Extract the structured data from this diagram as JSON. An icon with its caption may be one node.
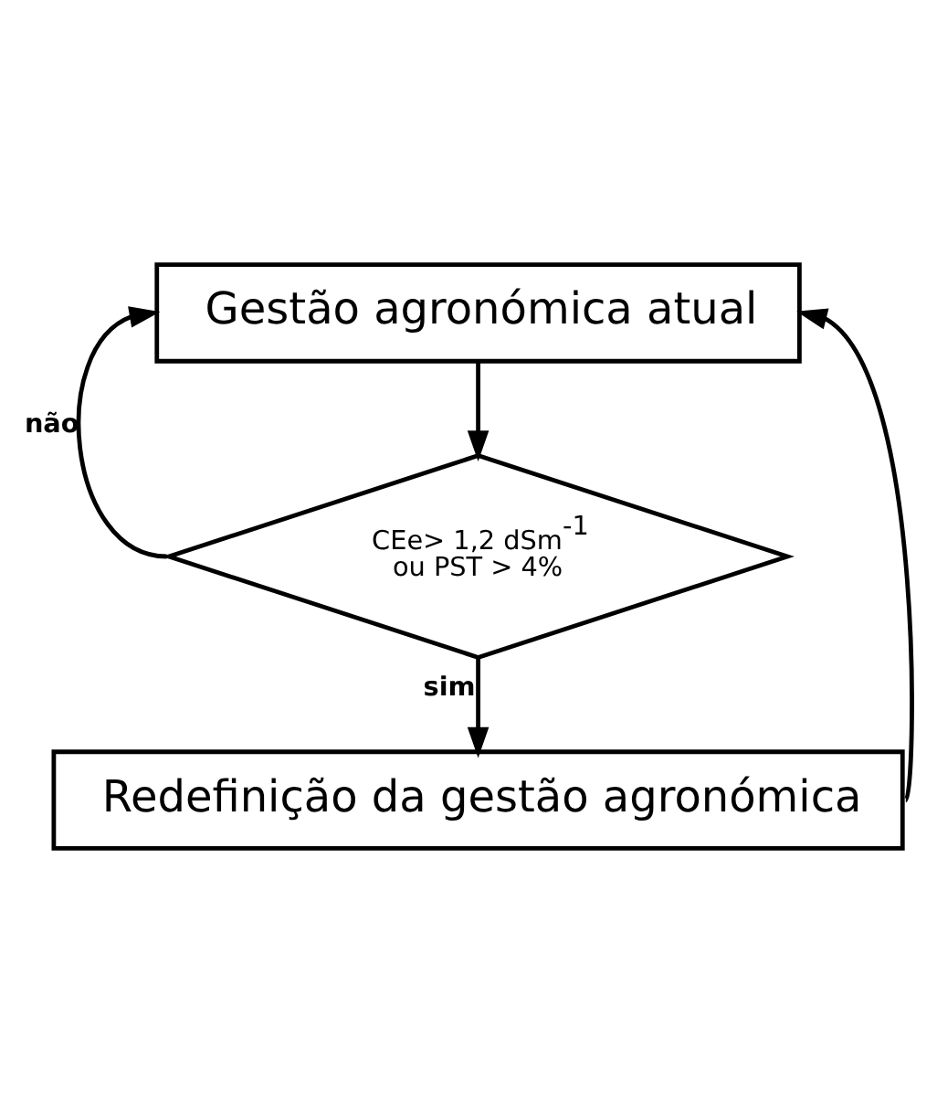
{
  "diagram": {
    "nodes": [
      {
        "text": [
          "Gestão agronómica atual"
        ]
      },
      {
        "text": [
          "CEe> 1,2 dSm$^{-1}$ ou PST > 4%"
        ]
      },
      {
        "text": [
          "Redefinição da gestão agronómica"
        ]
      }
    ],
    "edges": [
      {
        "from": 0,
        "to": 1,
        "arrow": "to"
      },
      {
        "from": 1,
        "to": 0,
        "arrow": "to",
        "label": "não"
      },
      {
        "from": 1,
        "to": 2,
        "arrow": "to",
        "label": "sim"
      },
      {
        "from": 2,
        "to": 0,
        "arrow": "to"
      }
    ]
  }
}
